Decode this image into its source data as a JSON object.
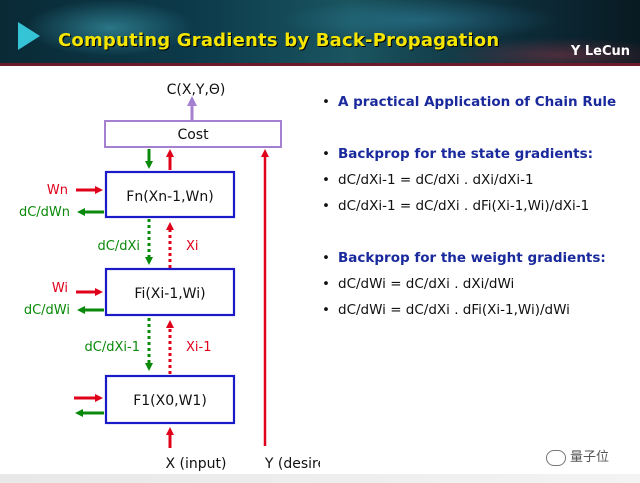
{
  "header": {
    "title": "Computing Gradients by Back-Propagation",
    "author": "Y LeCun"
  },
  "diagram": {
    "output_label": "C(X,Y,Θ)",
    "cost_label": "Cost",
    "module_n": "Fn(Xn-1,Wn)",
    "module_i": "Fi(Xi-1,Wi)",
    "module_1": "F1(X0,W1)",
    "wn_label": "Wn",
    "dwn_label": "dC/dWn",
    "wi_label": "Wi",
    "dwi_label": "dC/dWi",
    "dxi_label": "dC/dXi",
    "xi_label": "Xi",
    "dxi1_label": "dC/dXi-1",
    "xi1_label": "Xi-1",
    "x_input_label": "X (input)",
    "y_label": "Y (desired output)",
    "colors": {
      "forward": "#e0001a",
      "backward": "#0a8a0a",
      "cost_box": "#a57fd0",
      "module_box": "#1a1ac8",
      "heading": "#1a2a9c"
    }
  },
  "bullets": {
    "b1": "A practical Application of Chain Rule",
    "b2": "Backprop for the state gradients:",
    "b3": "dC/dXi-1 = dC/dXi . dXi/dXi-1",
    "b4": "dC/dXi-1 = dC/dXi . dFi(Xi-1,Wi)/dXi-1",
    "b5": "Backprop for the weight gradients:",
    "b6": "dC/dWi = dC/dXi . dXi/dWi",
    "b7": "dC/dWi = dC/dXi . dFi(Xi-1,Wi)/dWi"
  },
  "watermark": "量子位"
}
